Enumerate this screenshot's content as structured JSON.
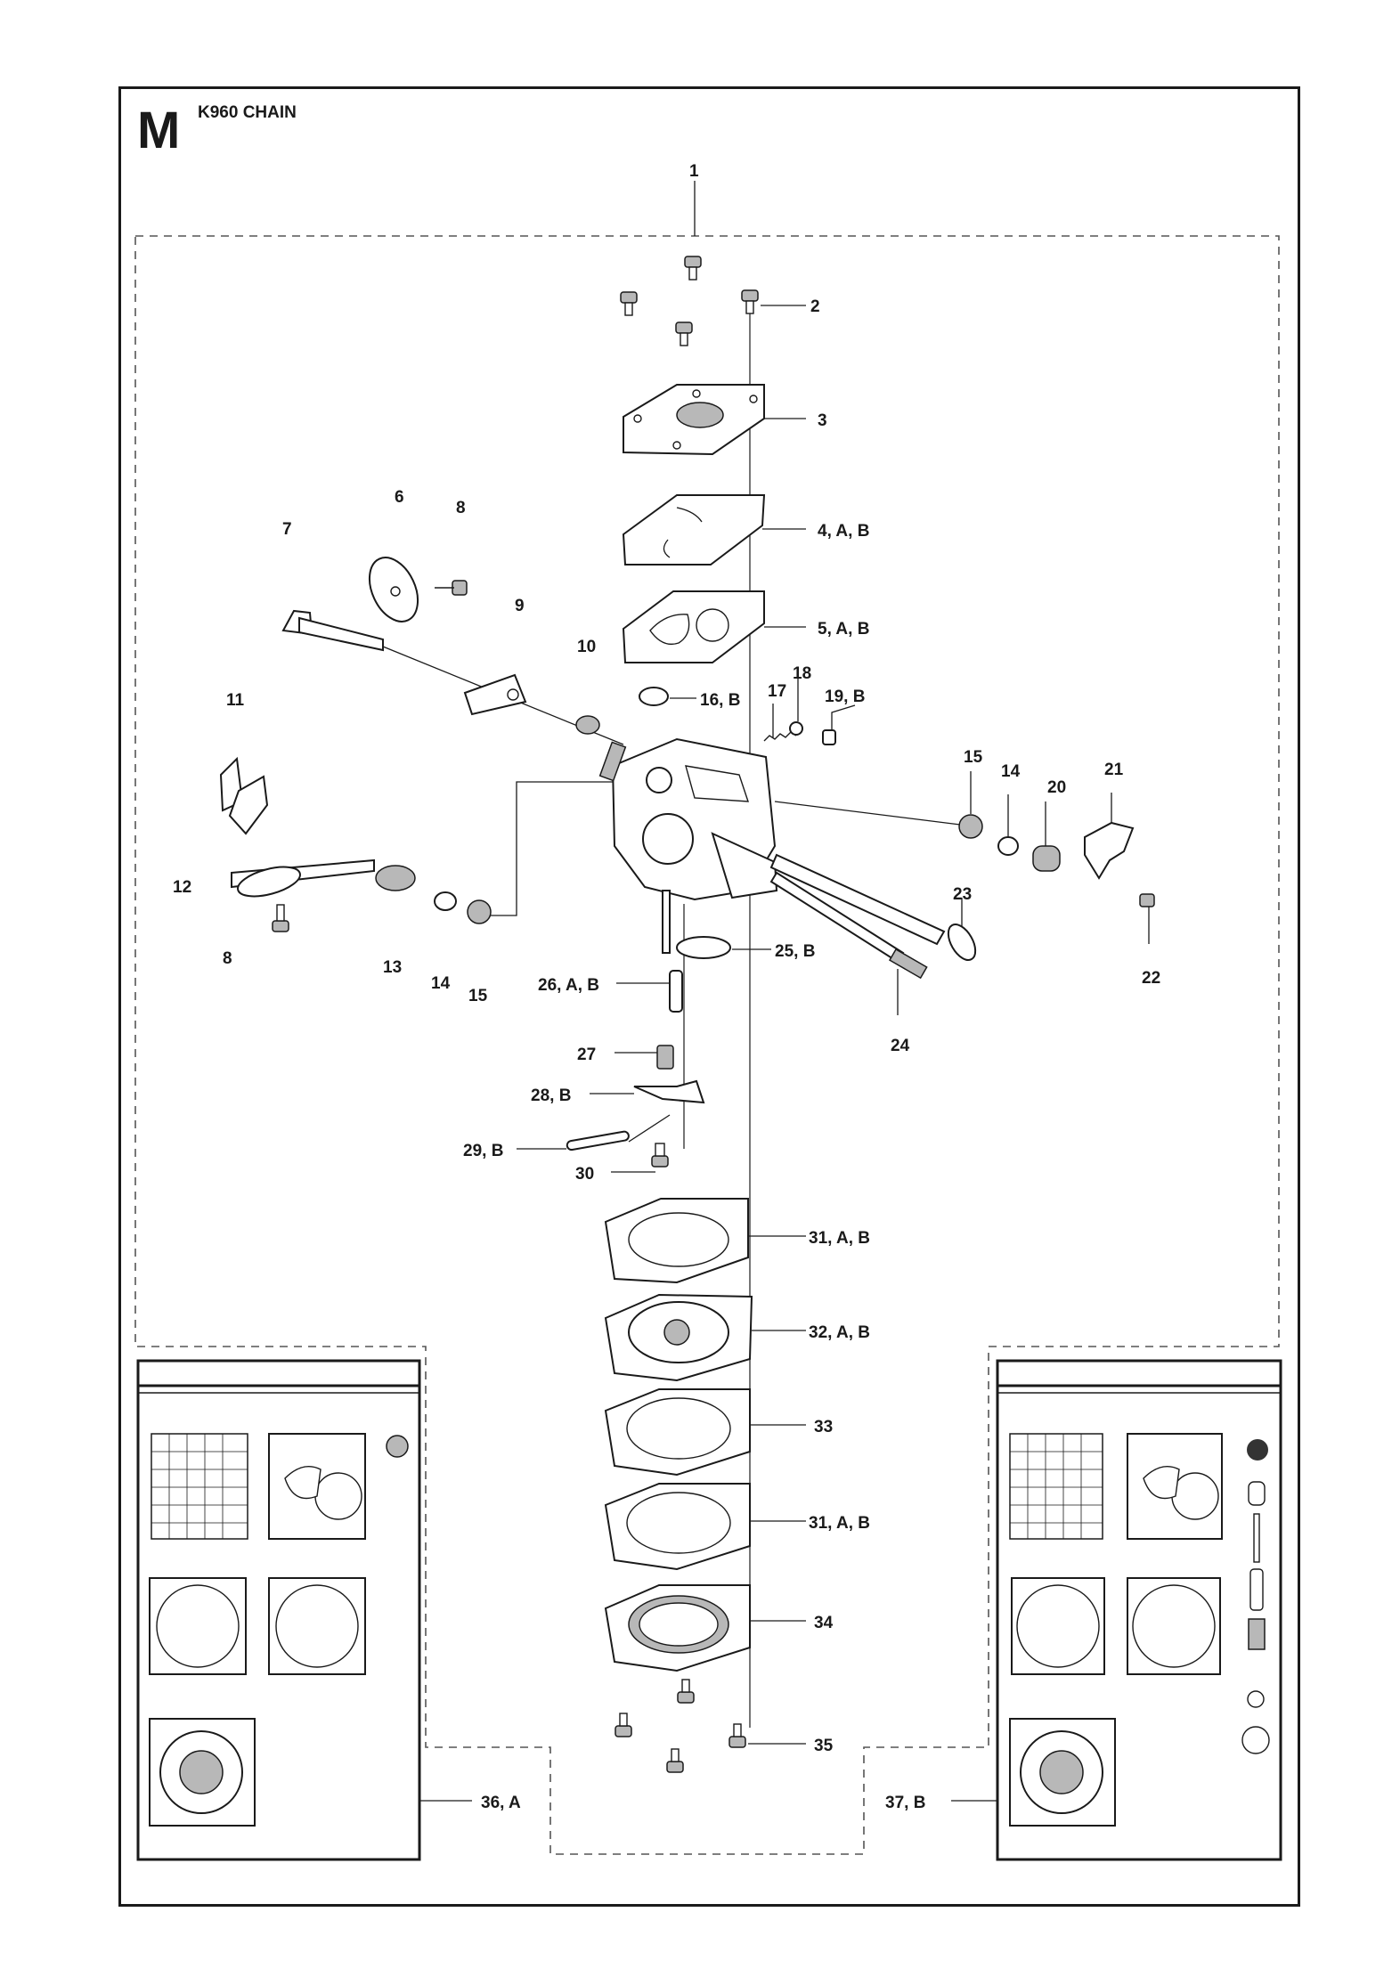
{
  "header": {
    "section_letter": "M",
    "title": "K960 CHAIN"
  },
  "callouts": [
    "1",
    "2",
    "3",
    "4, A, B",
    "5, A, B",
    "6",
    "7",
    "8",
    "9",
    "10",
    "11",
    "12",
    "13",
    "14",
    "15",
    "16, B",
    "17",
    "18",
    "19, B",
    "20",
    "21",
    "22",
    "23",
    "24",
    "25, B",
    "26, A, B",
    "27",
    "28, B",
    "29, B",
    "30",
    "31, A, B",
    "32, A, B",
    "33",
    "34",
    "35",
    "36, A",
    "37, B"
  ],
  "kits": {
    "left_kit_label": "36, A",
    "right_kit_label": "37, B"
  }
}
